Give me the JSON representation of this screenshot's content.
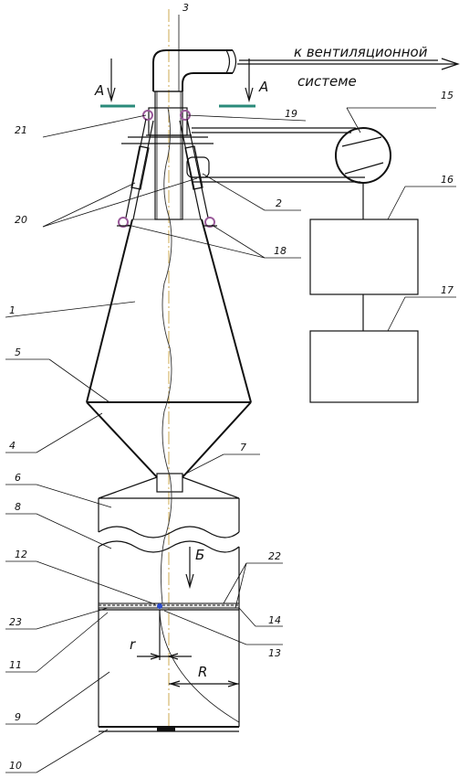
{
  "captions": {
    "to_ventilation_line1": "к вентиляционной",
    "to_ventilation_line2": "системе",
    "section_a_left": "А",
    "section_a_right": "А",
    "section_b": "Б",
    "small_radius": "r",
    "large_radius": "R"
  },
  "labels": {
    "n1": "1",
    "n2": "2",
    "n3": "3",
    "n4": "4",
    "n5": "5",
    "n6": "6",
    "n7": "7",
    "n8": "8",
    "n9": "9",
    "n10": "10",
    "n11": "11",
    "n12": "12",
    "n13": "13",
    "n14": "14",
    "n15": "15",
    "n16": "16",
    "n17": "17",
    "n18": "18",
    "n19": "19",
    "n20": "20",
    "n21": "21",
    "n22": "22",
    "n23": "23"
  },
  "colors": {
    "section_marker": "#2a8a7a",
    "pivot": "#9a5a9a",
    "axis": "#c8a040",
    "ink": "#111111"
  }
}
